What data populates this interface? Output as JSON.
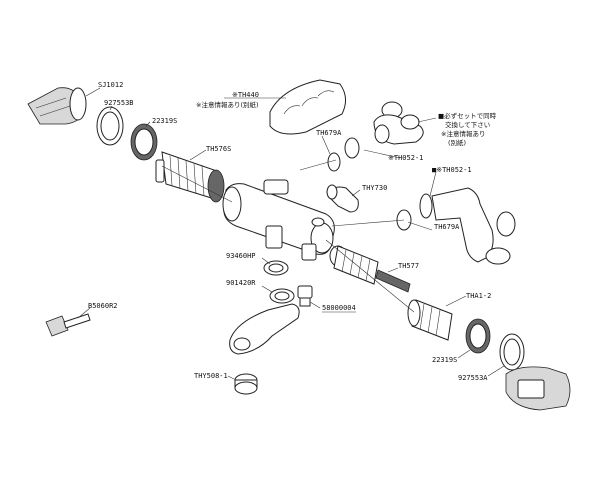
{
  "labels": {
    "sj1012": "SJ1012",
    "n927553b": "927553B",
    "n22319s_top": "22319S",
    "th440": "※TH440",
    "th440_note": "※注意情報あり(別紙)",
    "th576s": "TH576S",
    "th679a_top": "TH679A",
    "th052_1_top": "※TH052-1",
    "th052_1_right": "■※TH052-1",
    "must_set_1": "■必ずセットで同時",
    "must_set_2": "交換して下さい",
    "must_set_3": "※注意情報あり",
    "must_set_4": "(別紙)",
    "thy730": "THY730",
    "th679a_right": "TH679A",
    "n93460hp": "93460HP",
    "th577": "TH577",
    "n901420r": "901420R",
    "n58000004": "58000004",
    "tha1_2": "THA1-2",
    "b5060r2": "B5060R2",
    "n22319s_bottom": "22319S",
    "n927553a": "927553A",
    "thy508_1": "THY508-1"
  }
}
